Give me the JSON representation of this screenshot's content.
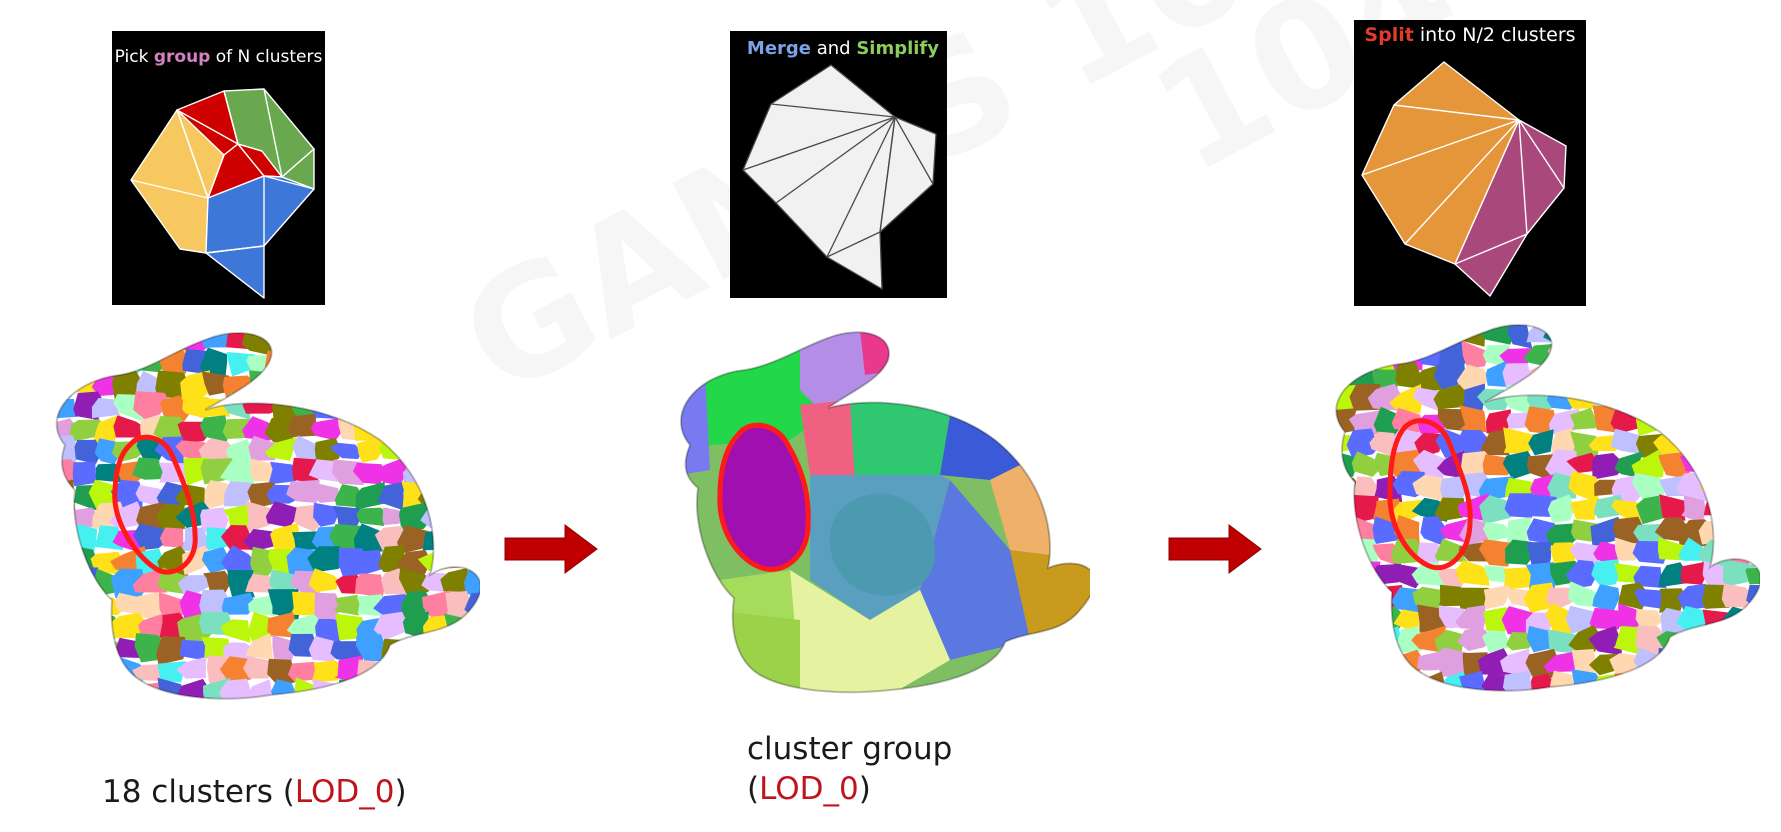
{
  "colors": {
    "group_pink": "#d67fc1",
    "merge_blue": "#7ba2e6",
    "simplify_green": "#8ccc5e",
    "split_red": "#e03b2b",
    "lod_red": "#c0141c",
    "arrow_red": "#c00000",
    "outline_red": "#ff1a1a"
  },
  "panel_pick": {
    "prefix": "Pick ",
    "highlight": "group",
    "suffix": " of N clusters"
  },
  "panel_merge": {
    "word1": "Merge",
    "middle": " and ",
    "word2": "Simplify"
  },
  "panel_split": {
    "highlight": "Split",
    "suffix": " into N/2 clusters"
  },
  "stage1": {
    "count_text": "18 clusters (",
    "lod": "LOD_0",
    "close": ")"
  },
  "stage2": {
    "line1": "cluster group",
    "open": "(",
    "lod": "LOD_0",
    "close": ")"
  },
  "icons": [
    "arrow-right-icon",
    "arrow-right-icon"
  ]
}
